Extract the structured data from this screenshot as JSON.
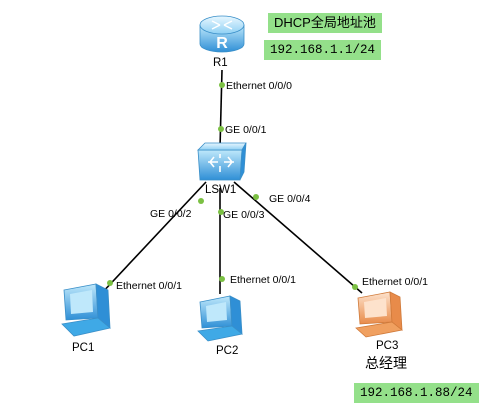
{
  "devices": {
    "router": {
      "name": "R1",
      "glyph": "R"
    },
    "switch": {
      "name": "LSW1"
    },
    "pc1": {
      "name": "PC1"
    },
    "pc2": {
      "name": "PC2"
    },
    "pc3": {
      "name": "PC3"
    }
  },
  "ports": {
    "r1_e000": "Ethernet 0/0/0",
    "lsw1_ge001": "GE 0/0/1",
    "lsw1_ge002": "GE 0/0/2",
    "lsw1_ge003": "GE 0/0/3",
    "lsw1_ge004": "GE 0/0/4",
    "pc1_e001": "Ethernet 0/0/1",
    "pc2_e001": "Ethernet 0/0/1",
    "pc3_e001": "Ethernet 0/0/1"
  },
  "notes": {
    "dhcp_pool": "DHCP全局地址池",
    "pool_network": "192.168.1.1/24",
    "gm_label": "总经理",
    "gm_ip": "192.168.1.88/24"
  },
  "colors": {
    "link": "#000000",
    "port_dot": "#7bc043",
    "note_bg": "#94e08a",
    "device_blue": "#3fa9e6",
    "pc3_orange": "#f0a060"
  }
}
